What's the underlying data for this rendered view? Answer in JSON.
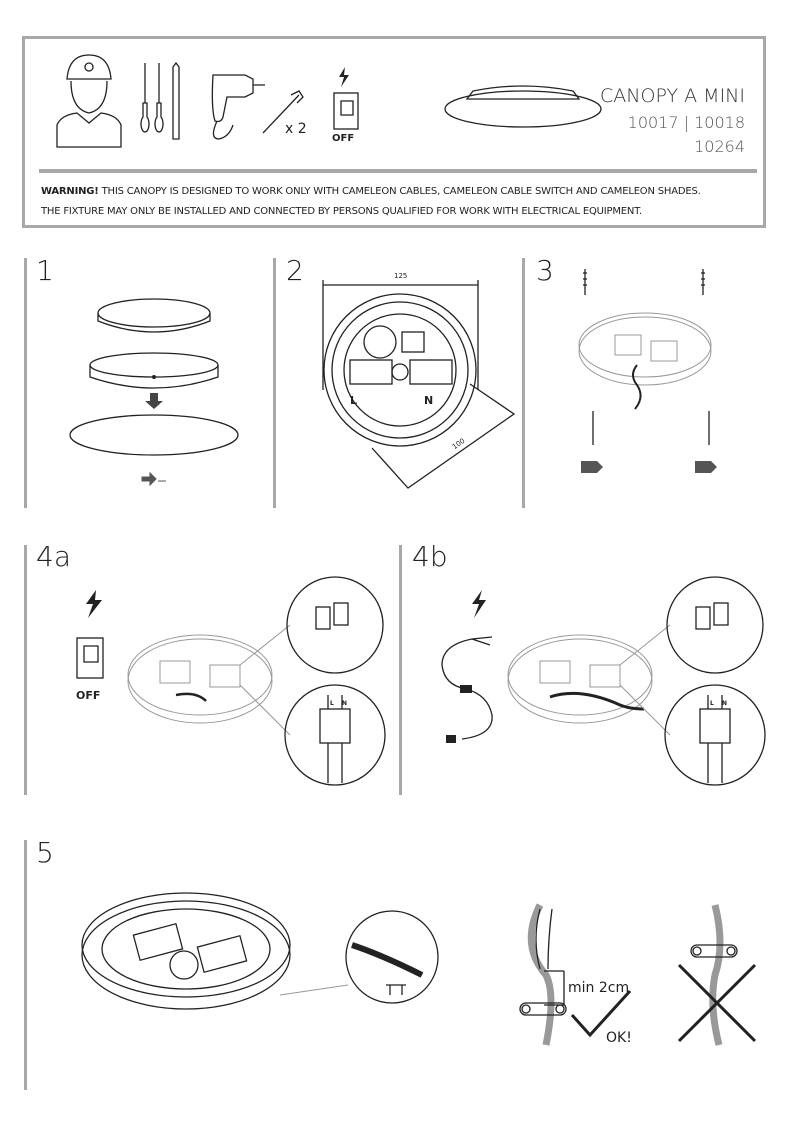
{
  "header": {
    "product_name": "CANOPY A MINI",
    "codes_line1": "10017 | 10018",
    "codes_line2": "10264",
    "screw_count": "x 2",
    "switch_label": "OFF",
    "warning_strong": "WARNING!",
    "warning_line1": " THIS CANOPY IS DESIGNED TO WORK ONLY WITH CAMELEON CABLES, CAMELEON CABLE SWITCH AND CAMELEON SHADES.",
    "warning_line2": "THE FIXTURE MAY ONLY BE INSTALLED AND CONNECTED BY PERSONS QUALIFIED FOR WORK WITH ELECTRICAL EQUIPMENT."
  },
  "steps": {
    "s1": {
      "number": "1"
    },
    "s2": {
      "number": "2",
      "dim_width": "125",
      "dim_diag": "100",
      "live": "L",
      "neutral": "N"
    },
    "s3": {
      "number": "3"
    },
    "s4a": {
      "number": "4a",
      "switch_label": "OFF",
      "live": "L",
      "neutral": "N"
    },
    "s4b": {
      "number": "4b",
      "live": "L",
      "neutral": "N"
    },
    "s5": {
      "number": "5",
      "min_label": "min 2cm",
      "ok_label": "OK!"
    }
  }
}
